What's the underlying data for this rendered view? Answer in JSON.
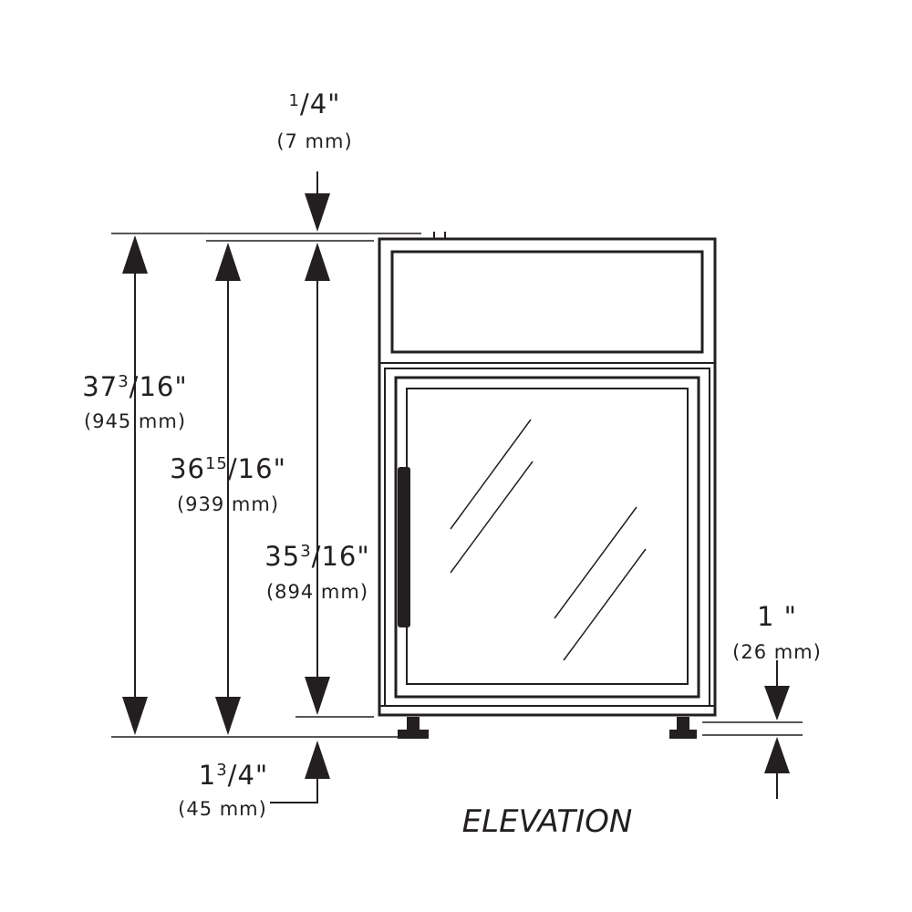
{
  "diagram": {
    "view_label": "ELEVATION",
    "dimensions": {
      "top_gap": {
        "whole": "",
        "num": "1",
        "den": "4",
        "unit": "\"",
        "metric": "(7 mm)"
      },
      "overall": {
        "whole": "37",
        "num": "3",
        "den": "16",
        "unit": "\"",
        "metric": "(945 mm)"
      },
      "body": {
        "whole": "36",
        "num": "15",
        "den": "16",
        "unit": "\"",
        "metric": "(939 mm)"
      },
      "cabinet": {
        "whole": "35",
        "num": "3",
        "den": "16",
        "unit": "\"",
        "metric": "(894 mm)"
      },
      "leg_height": {
        "whole": "1",
        "num": "3",
        "den": "4",
        "unit": "\"",
        "metric": "(45 mm)"
      },
      "floor_gap": {
        "whole": "1",
        "num": "",
        "den": "",
        "unit": " \"",
        "metric": "(26 mm)"
      }
    }
  }
}
